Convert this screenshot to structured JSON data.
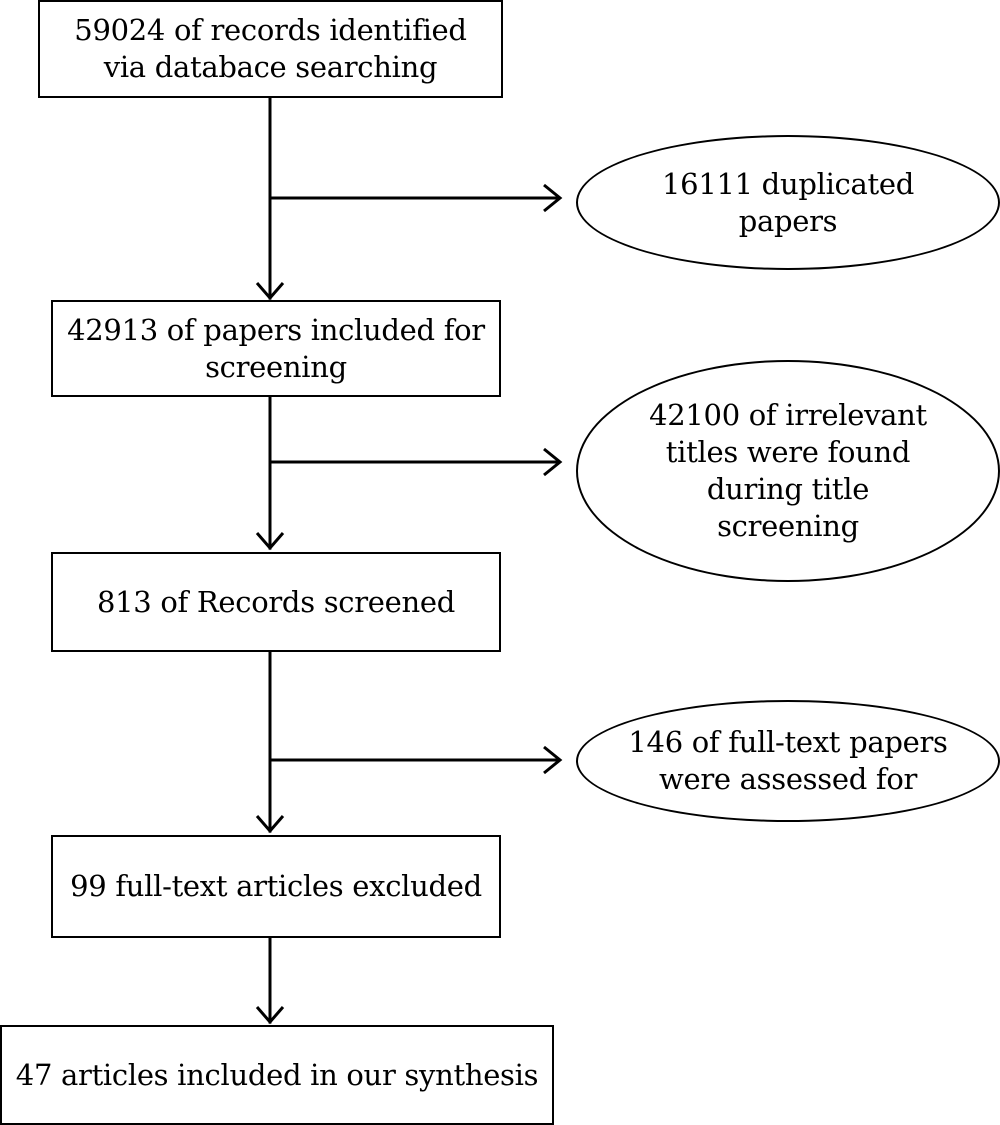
{
  "flow": {
    "records_identified": [
      "59024 of records identified",
      "via databace searching"
    ],
    "duplicates": [
      "16111 duplicated",
      "papers"
    ],
    "papers_screening": [
      "42913 of papers included for",
      "screening"
    ],
    "irrelevant_titles": [
      "42100 of irrelevant",
      "titles were found",
      "during title",
      "screening"
    ],
    "records_screened": [
      "813 of Records screened"
    ],
    "fulltext_assessed": [
      "146 of full-text papers",
      "were assessed for"
    ],
    "fulltext_excluded": [
      "99 full-text articles excluded"
    ],
    "included_synthesis": [
      "47 articles included in our synthesis"
    ]
  }
}
